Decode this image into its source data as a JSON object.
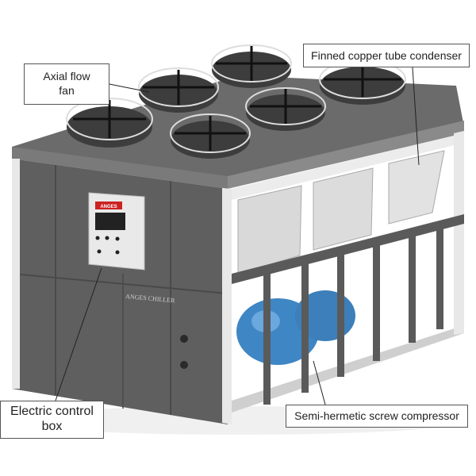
{
  "labels": {
    "axial_fan_line1": "Axial flow",
    "axial_fan_line2": "fan",
    "condenser": "Finned copper tube condenser",
    "control_box_line1": "Electric control",
    "control_box_line2": "box",
    "compressor": "Semi-hermetic screw compressor"
  },
  "unit_marking": "ANGES CHILLER",
  "panel_logo": "ANGES",
  "colors": {
    "cabinet": "#5f5f5f",
    "cabinet_dark": "#4a4a4a",
    "top": "#6b6b6b",
    "frame": "#e8e8e8",
    "compressor": "#3f86c4",
    "coil": "#d9d9d9",
    "accent_red": "#cc2222"
  }
}
